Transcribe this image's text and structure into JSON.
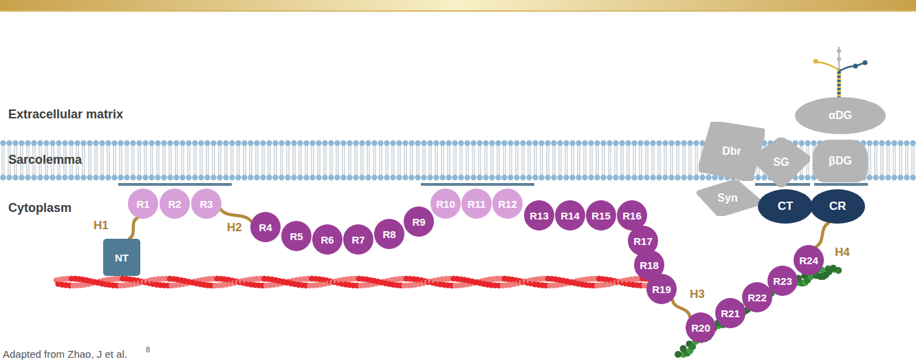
{
  "diagram": {
    "caption": "Adapted from Zhao, J et al.",
    "nodes": [
      {
        "text": [
          "NT"
        ]
      },
      {
        "text": [
          "R1"
        ]
      },
      {
        "text": [
          "R2"
        ]
      },
      {
        "text": [
          "R3"
        ]
      },
      {
        "text": [
          "R4"
        ]
      },
      {
        "text": [
          "R5"
        ]
      },
      {
        "text": [
          "R6"
        ]
      },
      {
        "text": [
          "R7"
        ]
      },
      {
        "text": [
          "R8"
        ]
      },
      {
        "text": [
          "R9"
        ]
      },
      {
        "text": [
          "R10"
        ]
      },
      {
        "text": [
          "R11"
        ]
      },
      {
        "text": [
          "R12"
        ]
      },
      {
        "text": [
          "R13"
        ]
      },
      {
        "text": [
          "R14"
        ]
      },
      {
        "text": [
          "R15"
        ]
      },
      {
        "text": [
          "R16"
        ]
      },
      {
        "text": [
          "R17"
        ]
      },
      {
        "text": [
          "R18"
        ]
      },
      {
        "text": [
          "R19"
        ]
      },
      {
        "text": [
          "R20"
        ]
      },
      {
        "text": [
          "R21"
        ]
      },
      {
        "text": [
          "R22"
        ]
      },
      {
        "text": [
          "R23"
        ]
      },
      {
        "text": [
          "R24"
        ]
      },
      {
        "text": [
          "αDG"
        ]
      },
      {
        "text": [
          "Dbr"
        ]
      },
      {
        "text": [
          "SG"
        ]
      },
      {
        "text": [
          "βDG"
        ]
      },
      {
        "text": [
          "Syn"
        ]
      },
      {
        "text": [
          "CT"
        ]
      },
      {
        "text": [
          "CR"
        ]
      }
    ],
    "edges": [
      {
        "from": 0,
        "to": 1,
        "arrow": "none",
        "label": "H1"
      },
      {
        "from": 3,
        "to": 4,
        "arrow": "none",
        "label": "H2"
      },
      {
        "from": 19,
        "to": 20,
        "arrow": "none",
        "label": "H3"
      },
      {
        "from": 24,
        "to": 31,
        "arrow": "none",
        "label": "H4"
      }
    ],
    "labels": [
      "Extracellular matrix",
      "Sarcolemma",
      "Cytoplasm",
      "8"
    ]
  }
}
